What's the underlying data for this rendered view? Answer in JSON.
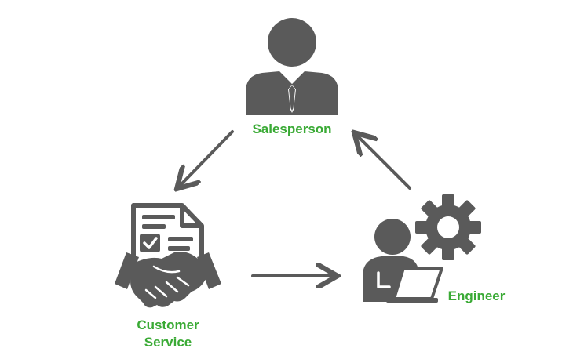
{
  "diagram": {
    "nodes": {
      "salesperson": {
        "label": "Salesperson",
        "icon": "businessman-icon"
      },
      "customer_service": {
        "label_line1": "Customer",
        "label_line2": "Service",
        "icon": "document-handshake-icon"
      },
      "engineer": {
        "label": "Engineer",
        "icon": "engineer-laptop-gear-icon"
      }
    },
    "edges": [
      {
        "from": "Salesperson",
        "to": "Customer Service"
      },
      {
        "from": "Customer Service",
        "to": "Engineer"
      },
      {
        "from": "Engineer",
        "to": "Salesperson"
      }
    ]
  },
  "colors": {
    "icon": "#5a5a5a",
    "label": "#3aaa35",
    "background": "#ffffff"
  }
}
